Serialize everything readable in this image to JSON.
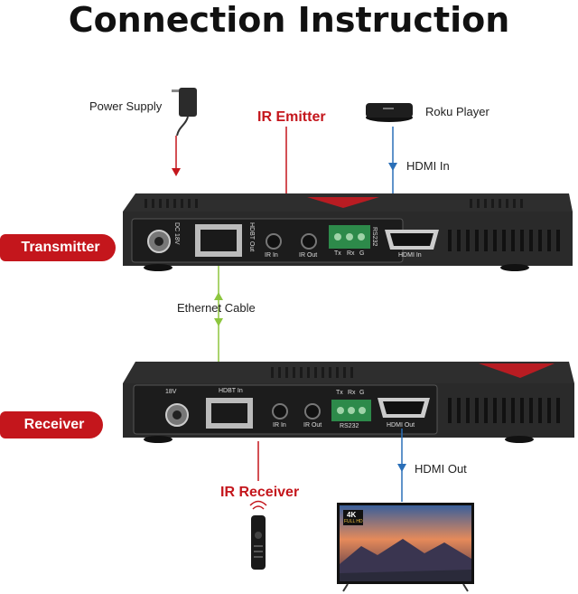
{
  "title": "Connection Instruction",
  "labels": {
    "power_supply": "Power Supply",
    "ir_emitter": "IR Emitter",
    "roku_player": "Roku Player",
    "hdmi_in": "HDMI In",
    "transmitter": "Transmitter",
    "ethernet_cable": "Ethernet Cable",
    "receiver": "Receiver",
    "hdmi_out": "HDMI Out",
    "ir_receiver": "IR Receiver"
  },
  "transmitter_ports": {
    "dc": "DC 18V",
    "hdbt_out": "HDBT Out",
    "ir_in": "IR In",
    "ir_out": "IR Out",
    "rs232": "RS232",
    "tx": "Tx",
    "rx": "Rx",
    "g": "G",
    "hdmi_in": "HDMI In"
  },
  "receiver_ports": {
    "dc": "18V",
    "hdbt_in": "HDBT In",
    "ir_in": "IR In",
    "ir_out": "IR Out",
    "rs232": "RS232",
    "tx": "Tx",
    "rx": "Rx",
    "g": "G",
    "hdmi_out": "HDMI Out"
  },
  "tv_badge": {
    "top": "4K",
    "bottom": "FULL HD"
  },
  "colors": {
    "red": "#c4161c",
    "blue": "#2a6fb8",
    "green": "#8dc63f",
    "device": "#2a2a2a"
  }
}
